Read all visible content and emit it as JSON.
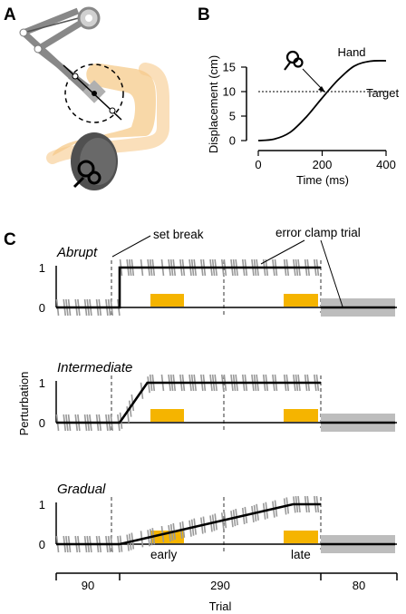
{
  "panels": {
    "a": "A",
    "b": "B",
    "c": "C"
  },
  "chart_data": [
    {
      "type": "line",
      "panel": "B",
      "xlabel": "Time (ms)",
      "ylabel": "Displacement (cm)",
      "xlim": [
        0,
        400
      ],
      "ylim": [
        0,
        15
      ],
      "xticks": [
        "0",
        "200",
        "400"
      ],
      "yticks": [
        "0",
        "5",
        "10",
        "15"
      ],
      "series": [
        {
          "name": "Hand",
          "x": [
            0,
            50,
            100,
            150,
            200,
            250,
            300,
            350,
            400
          ],
          "y": [
            0,
            0.3,
            1.7,
            4.8,
            8.7,
            12.4,
            15.2,
            16.2,
            16.3
          ]
        },
        {
          "name": "Target",
          "x": [
            0,
            400
          ],
          "y": [
            10,
            10
          ]
        }
      ]
    },
    {
      "type": "line",
      "panel": "C",
      "ylabel": "Perturbation",
      "xlabel": "Trial",
      "yticks": [
        "0",
        "1"
      ],
      "annotations": [
        "set break",
        "error clamp trial",
        "early",
        "late"
      ],
      "segment_labels": [
        "90",
        "290",
        "80"
      ],
      "segment_trials": [
        90,
        290,
        80
      ],
      "shaded_windows": [
        "early",
        "late"
      ],
      "schedules": [
        {
          "name": "Abrupt",
          "x": [
            0,
            90,
            90,
            380
          ],
          "y": [
            0,
            0,
            1,
            1
          ],
          "clamp": 0
        },
        {
          "name": "Intermediate",
          "x": [
            0,
            90,
            130,
            380
          ],
          "y": [
            0,
            0,
            1,
            1
          ],
          "clamp": 0
        },
        {
          "name": "Gradual",
          "x": [
            0,
            90,
            340,
            380
          ],
          "y": [
            0,
            0,
            1,
            1
          ],
          "clamp": 0
        }
      ]
    }
  ]
}
